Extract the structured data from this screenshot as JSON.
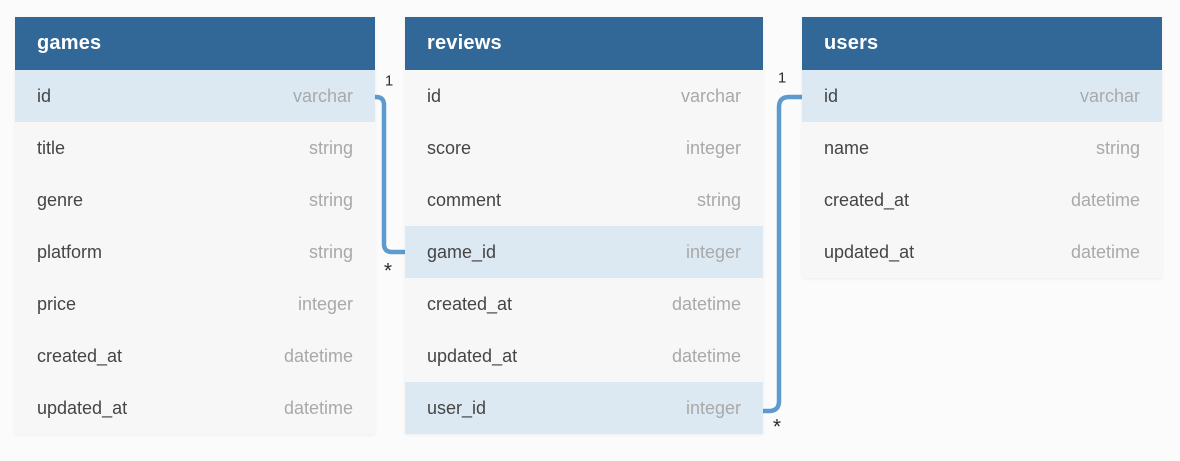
{
  "diagram": {
    "tables": [
      {
        "name": "games",
        "columns": [
          {
            "name": "id",
            "type": "varchar",
            "highlight": true
          },
          {
            "name": "title",
            "type": "string",
            "highlight": false
          },
          {
            "name": "genre",
            "type": "string",
            "highlight": false
          },
          {
            "name": "platform",
            "type": "string",
            "highlight": false
          },
          {
            "name": "price",
            "type": "integer",
            "highlight": false
          },
          {
            "name": "created_at",
            "type": "datetime",
            "highlight": false
          },
          {
            "name": "updated_at",
            "type": "datetime",
            "highlight": false
          }
        ]
      },
      {
        "name": "reviews",
        "columns": [
          {
            "name": "id",
            "type": "varchar",
            "highlight": false
          },
          {
            "name": "score",
            "type": "integer",
            "highlight": false
          },
          {
            "name": "comment",
            "type": "string",
            "highlight": false
          },
          {
            "name": "game_id",
            "type": "integer",
            "highlight": true
          },
          {
            "name": "created_at",
            "type": "datetime",
            "highlight": false
          },
          {
            "name": "updated_at",
            "type": "datetime",
            "highlight": false
          },
          {
            "name": "user_id",
            "type": "integer",
            "highlight": true
          }
        ]
      },
      {
        "name": "users",
        "columns": [
          {
            "name": "id",
            "type": "varchar",
            "highlight": true
          },
          {
            "name": "name",
            "type": "string",
            "highlight": false
          },
          {
            "name": "created_at",
            "type": "datetime",
            "highlight": false
          },
          {
            "name": "updated_at",
            "type": "datetime",
            "highlight": false
          }
        ]
      }
    ],
    "relationships": [
      {
        "from": "games.id",
        "to": "reviews.game_id",
        "one_label": "1",
        "many_label": "*"
      },
      {
        "from": "users.id",
        "to": "reviews.user_id",
        "one_label": "1",
        "many_label": "*"
      }
    ],
    "colors": {
      "header_bg": "#316897",
      "header_text": "#ffffff",
      "row_bg": "#f7f7f7",
      "row_highlight_bg": "#dce9f3",
      "field_text": "#454545",
      "type_text": "#a9a9a9",
      "connector": "#5d9ace",
      "cardinality_text": "#2d2d2d",
      "page_bg": "#fbfbfb"
    }
  }
}
